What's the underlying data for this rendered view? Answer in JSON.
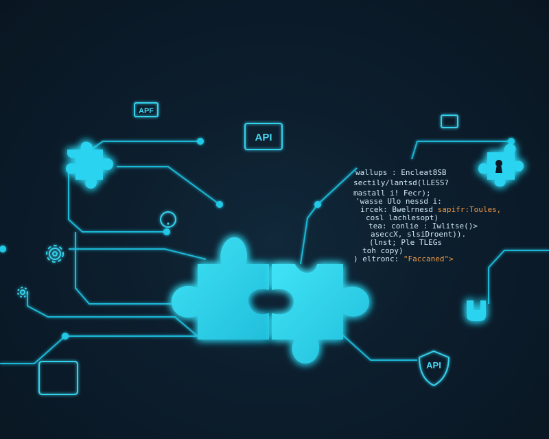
{
  "labels": {
    "top_left": "APF",
    "monitor": "API",
    "shield": "API"
  },
  "code": {
    "line1": "wallups : Encleat8SB",
    "line2": "sectily/lantsd(lLESS?",
    "line3": "mastall i! Fecr);",
    "line4": "'wasse Ulo  nessd i:",
    "line5a": "ircek: Bwelrnesd ",
    "line5b": "sapifr:Toules,",
    "line6": "cosl lachlesopt)",
    "line7": "tea: conlie : Iwlitse()>",
    "line8": "aseccX, slsiDroent)).",
    "line9": "(lnst; Ple TLEGs",
    "line10": "toh copy)",
    "line11a": ") eltronc: ",
    "line11b": "\"Faccaned\">"
  },
  "colors": {
    "background": "#0b1a28",
    "trace": "#1fb8d6",
    "puzzle": "#2fd5ef",
    "code_accent": "#f29a45"
  }
}
